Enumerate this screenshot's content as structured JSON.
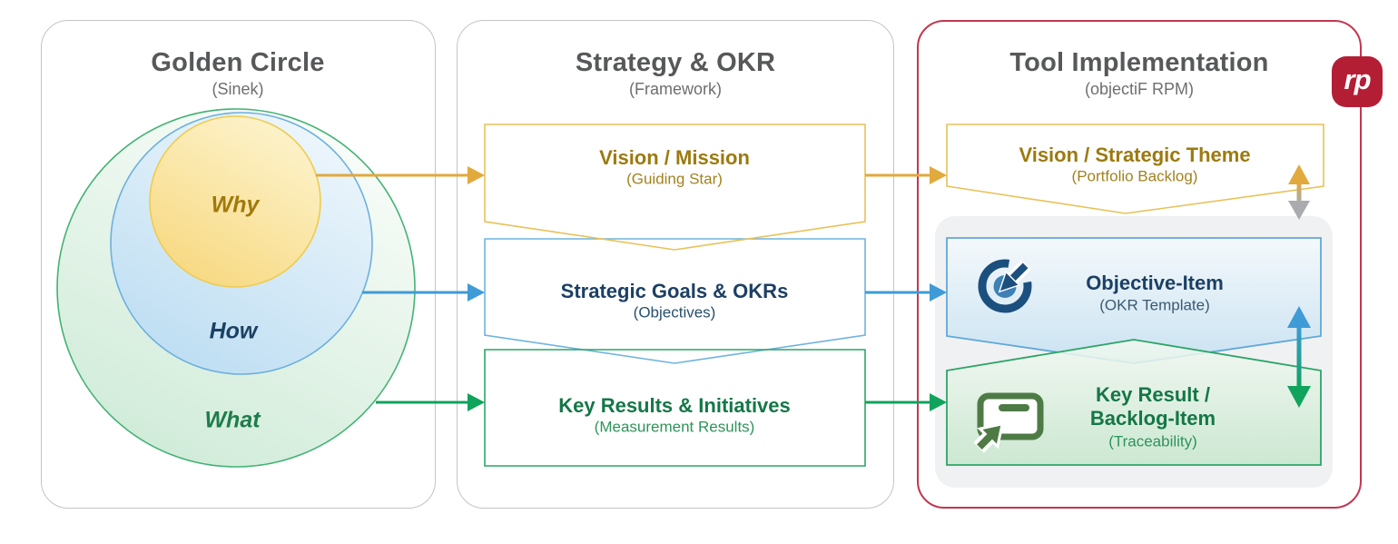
{
  "panels": {
    "golden": {
      "title": "Golden Circle",
      "subtitle": "(Sinek)",
      "circles": [
        {
          "label": "Why"
        },
        {
          "label": "How"
        },
        {
          "label": "What"
        }
      ]
    },
    "strategy": {
      "title": "Strategy & OKR",
      "subtitle": "(Framework)",
      "boxes": [
        {
          "title": "Vision / Mission",
          "subtitle": "(Guiding Star)"
        },
        {
          "title": "Strategic Goals & OKRs",
          "subtitle": "(Objectives)"
        },
        {
          "title": "Key Results & Initiatives",
          "subtitle": "(Measurement Results)"
        }
      ]
    },
    "tool": {
      "title": "Tool Implementation",
      "subtitle": "(objectiF RPM)",
      "boxes": [
        {
          "title": "Vision / Strategic Theme",
          "subtitle": "(Portfolio Backlog)"
        },
        {
          "title": "Objective-Item",
          "subtitle": "(OKR Template)"
        },
        {
          "title_line1": "Key Result /",
          "title_line2": "Backlog-Item",
          "subtitle": "(Traceability)"
        }
      ]
    }
  },
  "logo": {
    "text": "rp"
  },
  "icons": [
    "target-arrow-icon",
    "backlog-card-cursor-icon",
    "rp-logo"
  ],
  "colors": {
    "gold": "#E2A93C",
    "gold_text": "#9C7A0F",
    "blue": "#3E9BD6",
    "navy_text": "#1C4064",
    "green": "#10A35C",
    "green_text": "#147747",
    "gray_arrow": "#A9ABAE",
    "red_border": "#C23750",
    "logo_red": "#B41E35",
    "panel_border": "#C3C4C6",
    "container_gray": "#F0F1F3"
  }
}
